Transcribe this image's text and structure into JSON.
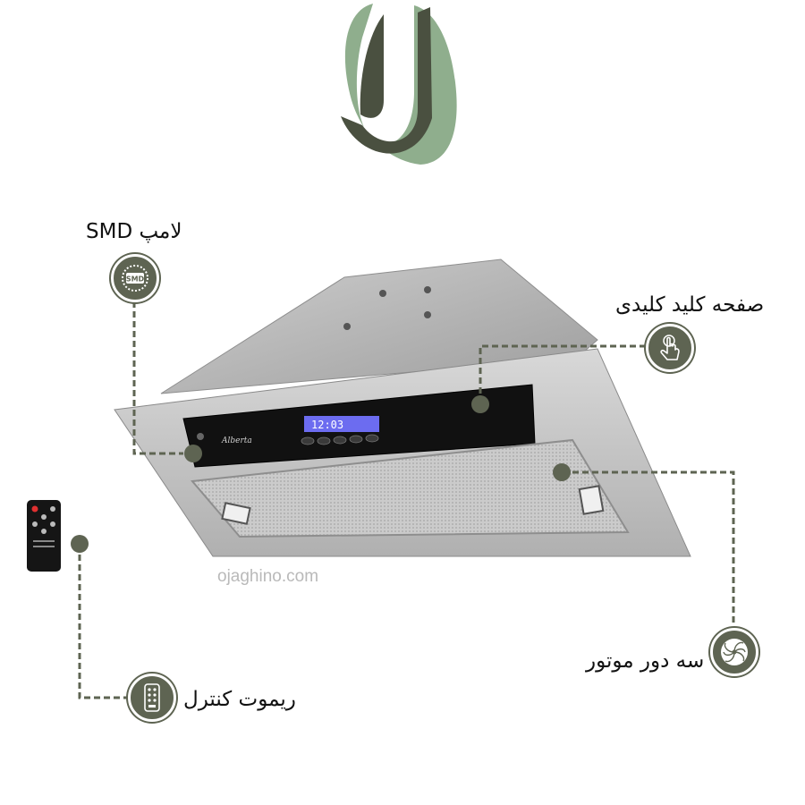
{
  "brand": {
    "logo": "logo-mark",
    "accent": "#5e6452",
    "accent_light": "#8fae8d"
  },
  "product": {
    "name": "range-hood",
    "watermark": "ojaghino.com",
    "display_text": "12:03"
  },
  "features": {
    "smd_lamp": {
      "label": "لامپ SMD",
      "icon": "smd-chip-icon",
      "icon_text": "SMD"
    },
    "keypad": {
      "label": "صفحه کلید کلیدی",
      "icon": "touch-hand-icon"
    },
    "motor": {
      "label": "سه دور موتور",
      "icon": "fan-icon"
    },
    "remote": {
      "label": "ریموت کنترل",
      "icon": "remote-control-icon"
    }
  }
}
